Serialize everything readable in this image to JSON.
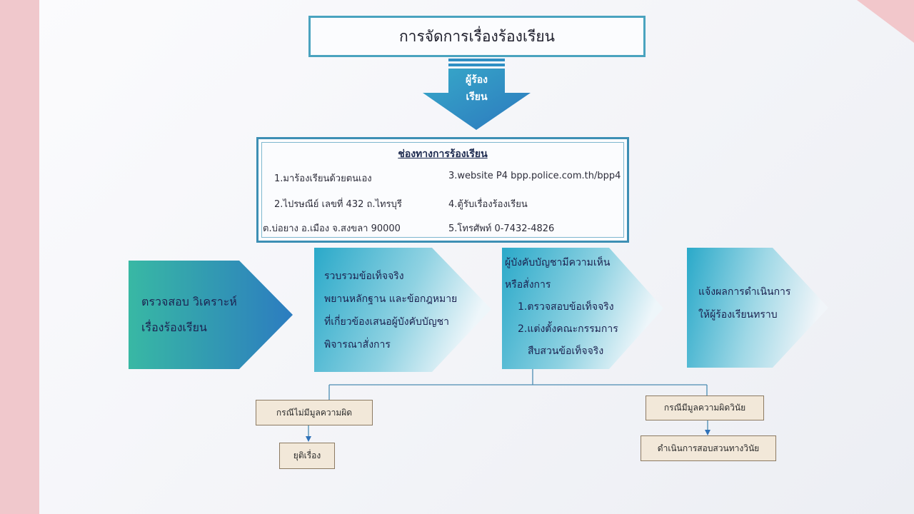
{
  "title": "การจัดการเรื่องร้องเรียน",
  "arrow": {
    "line1": "ผู้ร้อง",
    "line2": "เรียน"
  },
  "channels": {
    "heading": "ช่องทางการร้องเรียน",
    "left": [
      "1.มาร้องเรียนด้วยตนเอง",
      "2.ไปรษณีย์ เลขที่ 432  ถ.ไทรบุรี",
      "ต.บ่อยาง อ.เมือง จ.สงขลา 90000"
    ],
    "right": [
      "3.website P4 bpp.police.com.th/bpp4",
      "4.ตู้รับเรื่องร้องเรียน",
      "5.โทรศัพท์ 0-7432-4826"
    ]
  },
  "steps": {
    "step1": [
      "ตรวจสอบ วิเคราะห์",
      "เรื่องร้องเรียน"
    ],
    "step2": [
      "รวบรวมข้อเท็จจริง",
      "พยานหลักฐาน และข้อกฎหมาย",
      "ที่เกี่ยวข้องเสนอผู้บังคับบัญชา",
      "พิจารณาสั่งการ"
    ],
    "step3": [
      "ผู้บังคับบัญชามีความเห็น",
      "หรือสั่งการ",
      "1.ตรวจสอบข้อเท็จจริง",
      "2.แต่งตั้งคณะกรรมการ",
      "สืบสวนข้อเท็จจริง"
    ],
    "step4": [
      "แจ้งผลการดำเนินการ",
      "ให้ผู้ร้องเรียนทราบ"
    ]
  },
  "outcomes": {
    "no_fault": "กรณีไม่มีมูลความผิด",
    "terminate": "ยุติเรื่อง",
    "discipline_fault": "กรณีมีมูลความผิดวินัย",
    "investigate": "ดำเนินการสอบสวนทางวินัย"
  },
  "colors": {
    "frame": "#4aa3bf",
    "teal": "#36b8a6",
    "blue": "#2f7fc0",
    "cyan": "#3ab4d4",
    "outcome_fill": "#f2e8d9"
  }
}
